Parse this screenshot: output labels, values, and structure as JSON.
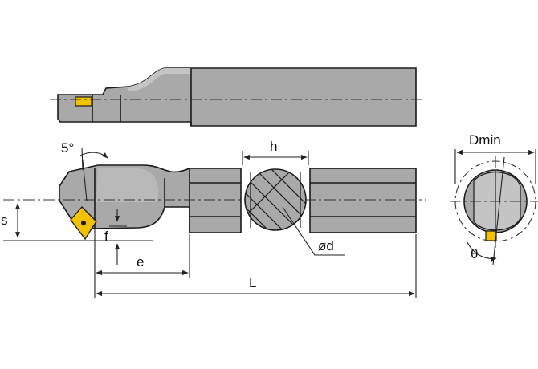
{
  "labels": {
    "angle": "5°",
    "h": "h",
    "dmin": "Dmin",
    "s": "s",
    "f": "f",
    "e": "e",
    "od": "ød",
    "theta": "θ",
    "l": "L"
  },
  "colors": {
    "body": "#a9a9a9",
    "body_light": "#c4c4c4",
    "body_dark": "#8f8f8f",
    "insert": "#f2c200",
    "outline": "#1a1a1a",
    "background": "#ffffff"
  }
}
